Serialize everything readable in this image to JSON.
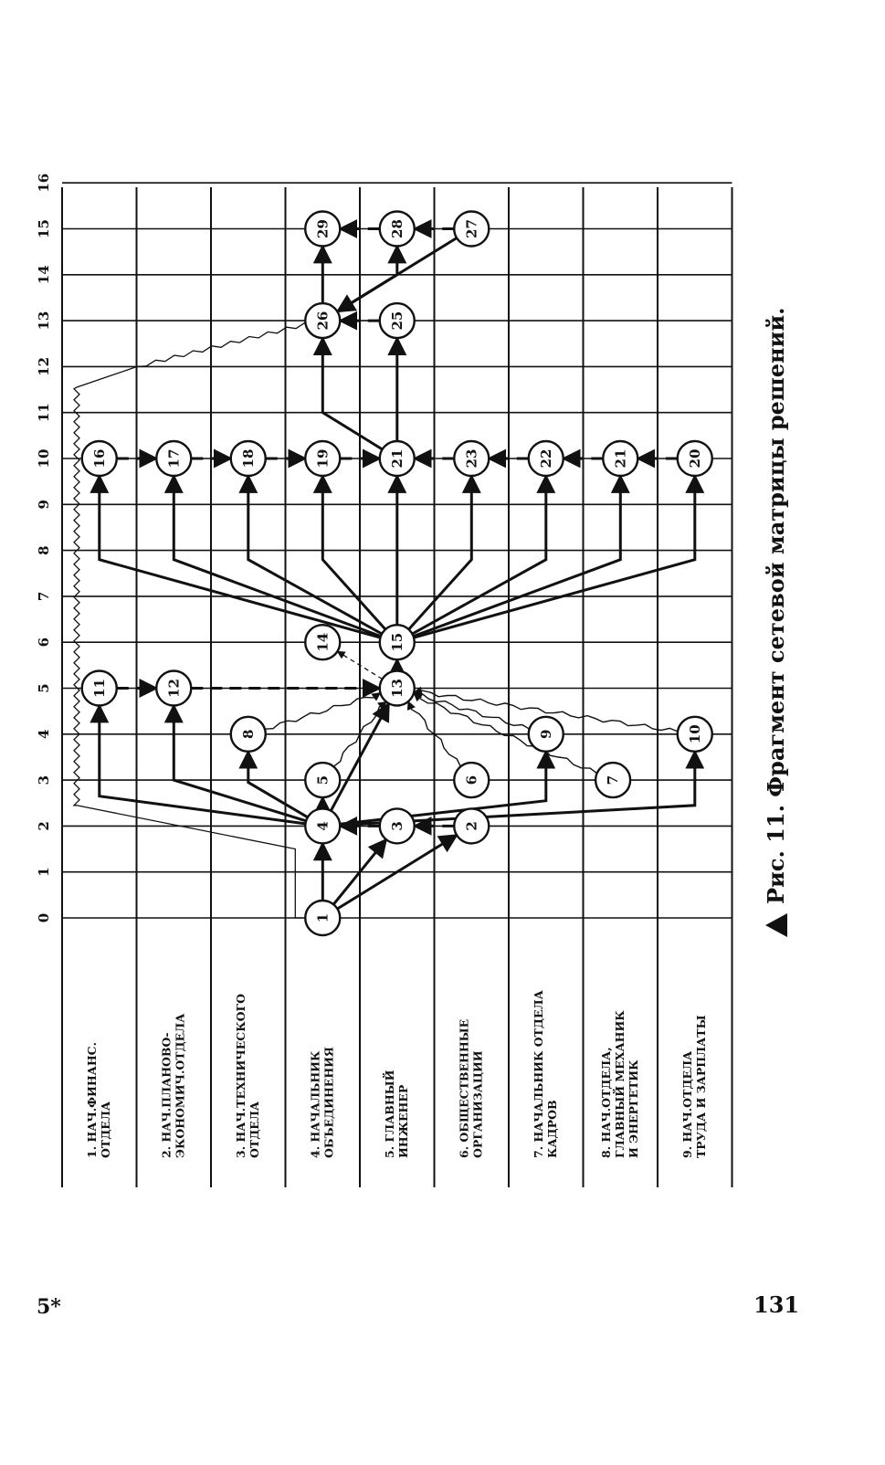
{
  "rows": [
    "1. НАЧ.ФИНАНС.|ОТДЕЛА",
    "2. НАЧ.ПЛАНОВО-|ЭКОНОМИЧ.ОТДЕЛА",
    "3. НАЧ.ТЕХНИЧЕСКОГО|ОТДЕЛА",
    "4. НАЧАЛЬНИК|ОБЪЕДИНЕНИЯ",
    "5. ГЛАВНЫЙ|ИНЖЕНЕР",
    "6. ОБЩЕСТВЕННЫЕ|ОРГАНИЗАЦИИ",
    "7. НАЧАЛЬНИК ОТДЕЛА|КАДРОВ",
    "8. НАЧ.ОТДЕЛА,|ГЛАВНЫЙ МЕХАНИК|И ЭНЕРГЕТИК",
    "9. НАЧ.ОТДЕЛА|ТРУДА И ЗАРПЛАТЫ"
  ],
  "time_ticks": [
    "0",
    "1",
    "2",
    "3",
    "4",
    "5",
    "6",
    "7",
    "8",
    "9",
    "10",
    "11",
    "12",
    "13",
    "14",
    "15",
    "16"
  ],
  "nodes": [
    {
      "label": "1",
      "row": 4,
      "t": 0
    },
    {
      "label": "2",
      "row": 6,
      "t": 2
    },
    {
      "label": "3",
      "row": 5,
      "t": 2
    },
    {
      "label": "4",
      "row": 4,
      "t": 2
    },
    {
      "label": "5",
      "row": 4,
      "t": 3
    },
    {
      "label": "6",
      "row": 6,
      "t": 3
    },
    {
      "label": "7",
      "row": 7.9,
      "t": 3
    },
    {
      "label": "8",
      "row": 3,
      "t": 4
    },
    {
      "label": "9",
      "row": 7,
      "t": 4
    },
    {
      "label": "10",
      "row": 9,
      "t": 4
    },
    {
      "label": "11",
      "row": 1,
      "t": 5
    },
    {
      "label": "12",
      "row": 2,
      "t": 5
    },
    {
      "label": "13",
      "row": 5,
      "t": 5
    },
    {
      "label": "14",
      "row": 4,
      "t": 6
    },
    {
      "label": "15",
      "row": 5,
      "t": 6
    },
    {
      "label": "16",
      "row": 1,
      "t": 10
    },
    {
      "label": "17",
      "row": 2,
      "t": 10
    },
    {
      "label": "18",
      "row": 3,
      "t": 10
    },
    {
      "label": "19",
      "row": 4,
      "t": 10
    },
    {
      "label": "21",
      "row": 5,
      "t": 10
    },
    {
      "label": "23",
      "row": 6,
      "t": 10
    },
    {
      "label": "22",
      "row": 7,
      "t": 10
    },
    {
      "label": "21",
      "row": 8,
      "t": 10
    },
    {
      "label": "20",
      "row": 9,
      "t": 10
    },
    {
      "label": "26",
      "row": 4,
      "t": 13
    },
    {
      "label": "25",
      "row": 5,
      "t": 13
    },
    {
      "label": "29",
      "row": 4,
      "t": 15
    },
    {
      "label": "28",
      "row": 5,
      "t": 15
    },
    {
      "label": "27",
      "row": 6,
      "t": 15
    }
  ],
  "caption": "Рис. 11. Фрагмент сетевой матрицы решений.",
  "footer_signature": "5*",
  "page_number": "131"
}
